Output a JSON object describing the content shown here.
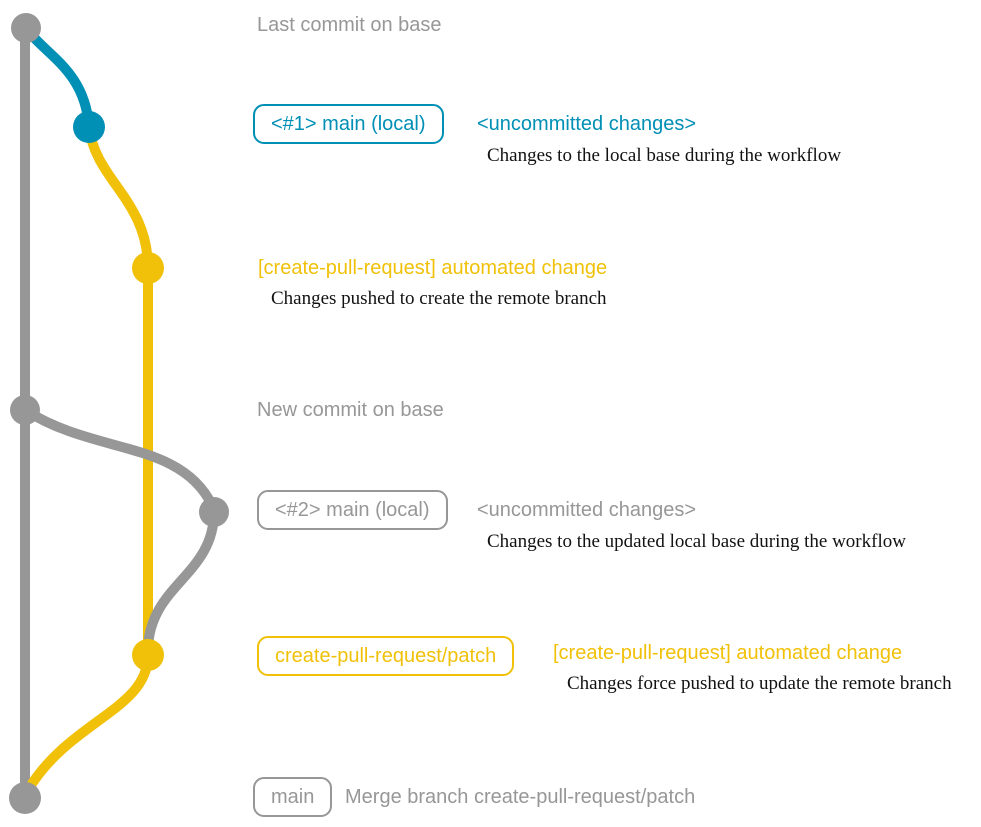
{
  "colors": {
    "base_gray": "#979797",
    "teal": "#008fb5",
    "yellow": "#f1c109",
    "description_text": "#121212"
  },
  "graph": {
    "branches": [
      "base",
      "main (local)",
      "create-pull-request/patch"
    ],
    "commit_nodes": [
      {
        "id": "last-commit-on-base",
        "color": "gray"
      },
      {
        "id": "local-uncommitted-1",
        "color": "teal"
      },
      {
        "id": "remote-branch-commit-1",
        "color": "yellow"
      },
      {
        "id": "new-commit-on-base",
        "color": "gray"
      },
      {
        "id": "local-uncommitted-2",
        "color": "gray"
      },
      {
        "id": "remote-branch-commit-2",
        "color": "yellow"
      },
      {
        "id": "merge-commit",
        "color": "gray"
      }
    ]
  },
  "rows": {
    "row1": {
      "label": "Last commit on base"
    },
    "row2": {
      "branch_tag": "<#1> main (local)",
      "message": "<uncommitted changes>",
      "description": "Changes to the local base during the workflow"
    },
    "row3": {
      "message": "[create-pull-request] automated change",
      "description": "Changes pushed to create the remote branch"
    },
    "row4": {
      "label": "New commit on base"
    },
    "row5": {
      "branch_tag": "<#2> main (local)",
      "message": "<uncommitted changes>",
      "description": "Changes to the updated local base during the workflow"
    },
    "row6": {
      "branch_tag": "create-pull-request/patch",
      "message": "[create-pull-request] automated change",
      "description": "Changes force pushed to update the remote branch"
    },
    "row7": {
      "branch_tag": "main",
      "message": "Merge branch create-pull-request/patch"
    }
  }
}
